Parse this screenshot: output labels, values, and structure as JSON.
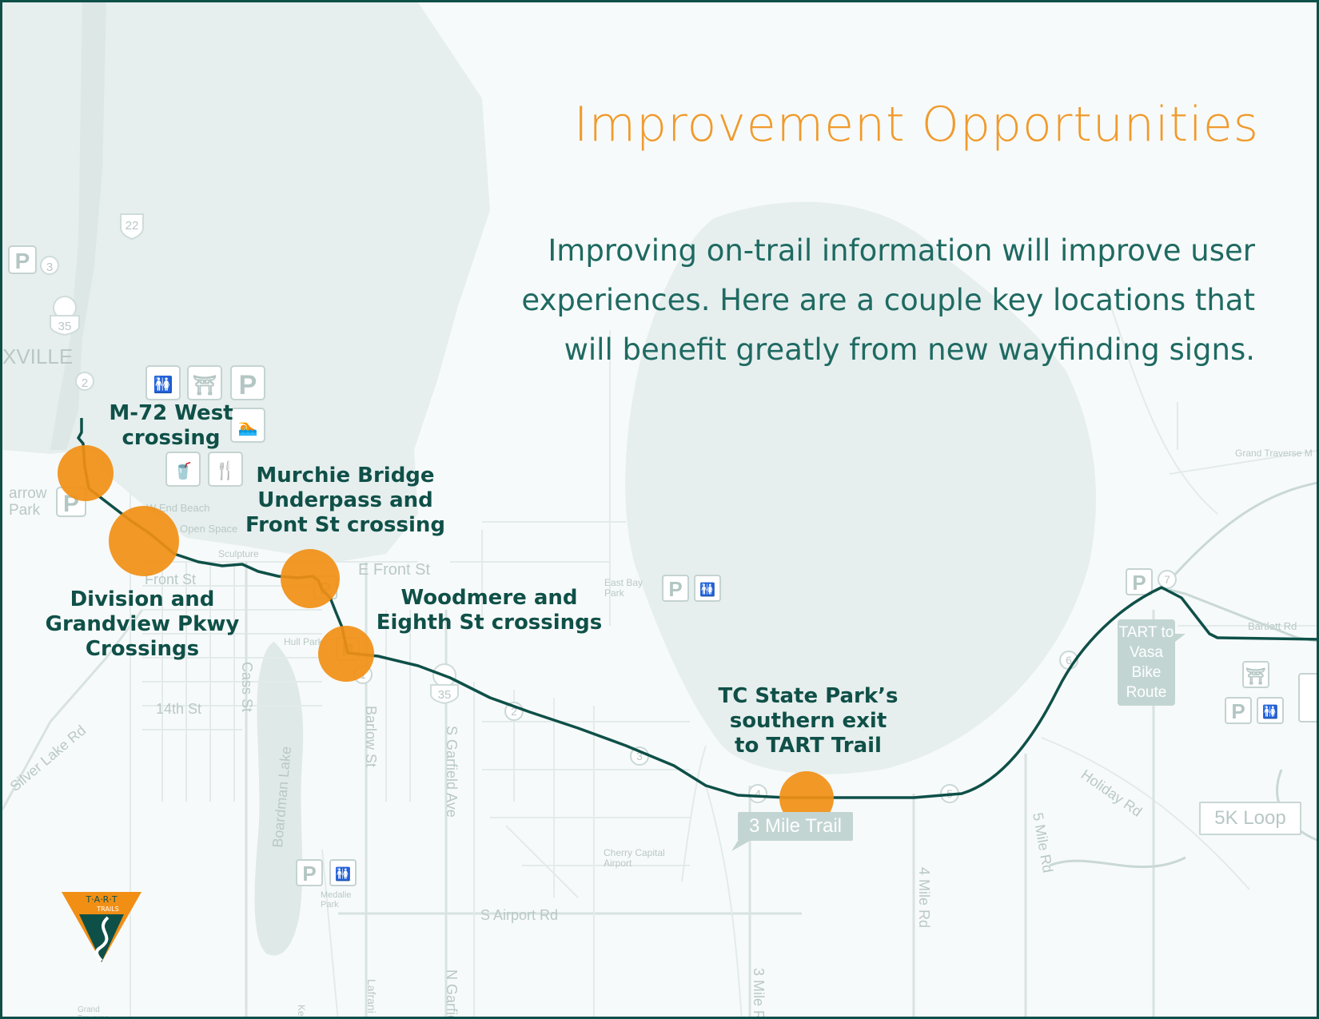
{
  "title": "Improvement Opportunities",
  "intro": "Improving on-trail information will improve user experiences. Here are a couple key locations that will benefit greatly from new wayfinding signs.",
  "colors": {
    "accent_orange": "#f18f15",
    "trail_green": "#0e5048",
    "title_orange": "#f09a2c",
    "body_teal": "#1f6a62",
    "water": "#e4eeed"
  },
  "callouts": [
    {
      "text": "M-72 West\ncrossing"
    },
    {
      "text": "Division and\nGrandview Pkwy\nCrossings"
    },
    {
      "text": "Murchie Bridge\nUnderpass and\nFront St crossing"
    },
    {
      "text": "Woodmere and\nEighth St crossings"
    },
    {
      "text": "TC State Park’s\nsouthern exit\nto TART Trail"
    }
  ],
  "map_labels": {
    "xville": "XVILLE",
    "arrow_park": "arrow\nPark",
    "w_end_beach": "W End Beach",
    "open_space": "Open Space",
    "sculpture": "Sculpture",
    "front_st_w": "Front St",
    "e_front_st": "E Front St",
    "cass_st": "Cass St",
    "fourteenth_st": "14th St",
    "silver_lake_rd": "Silver Lake Rd",
    "boardman_lake": "Boardman Lake",
    "barlow_st": "Barlow St",
    "s_garfield_ave": "S Garfield Ave",
    "s_airport_rd": "S Airport Rd",
    "cherry_capital_airport": "Cherry Capital\nAirport",
    "east_bay_park": "East Bay\nPark",
    "hull_park": "Hull Park",
    "medalie_park": "Medalie\nPark",
    "three_mile_trail": "3 Mile Trail",
    "tart_to_vasa": "TART to\nVasa\nBike\nRoute",
    "five_k_loop": "5K Loop",
    "holiday_rd": "Holiday Rd",
    "bartlett_rd": "Bartlett Rd",
    "five_mile_rd": "5 Mile Rd",
    "four_mile_rd": "4 Mile Rd",
    "three_mile_rd": "3 Mile R",
    "n_garfield": "N Garfie",
    "lafrane": "Lafrani",
    "grand_traverse": "Grand Traverse M",
    "grand": "Grand\nTraverse",
    "keystone": "Ke",
    "route_35": "35",
    "route_22": "22",
    "mile_markers": [
      "1",
      "2",
      "3",
      "4",
      "5",
      "6",
      "7"
    ],
    "mile_marker_nw": [
      "3",
      "2"
    ]
  },
  "logo": {
    "text": "T·A·R·T",
    "subtext": "TRAILS"
  }
}
